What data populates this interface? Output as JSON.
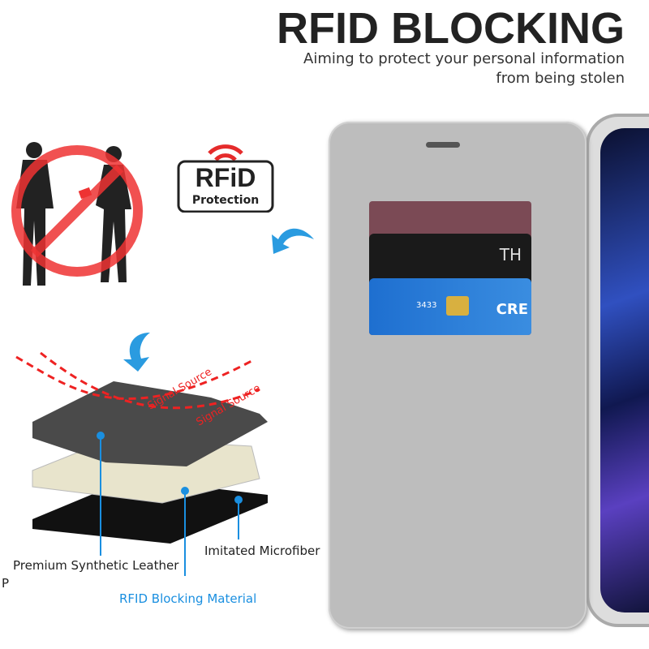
{
  "header": {
    "title": "RFID BLOCKING",
    "subtitle_line1": "Aiming to protect your personal information",
    "subtitle_line2": "from being stolen"
  },
  "badge": {
    "line1": "RFiD",
    "line2": "Protection"
  },
  "signal": {
    "label1": "Signal Source",
    "label2": "Signal Source"
  },
  "layers": {
    "leather": "Premium Synthetic Leather",
    "microfiber": "Imitated Microfiber",
    "rfid": "RFID Blocking Material",
    "cut_letter": "P"
  },
  "cards": {
    "card3_text": "CRE",
    "card2_text": "TH",
    "card3_num": "3433"
  },
  "colors": {
    "accent_blue": "#1a8fe0",
    "signal_red": "#ee2222",
    "case_grey": "#bdbdbd"
  },
  "icons": [
    "no-theft-icon",
    "wifi-signal-icon",
    "curved-arrow-icon"
  ]
}
